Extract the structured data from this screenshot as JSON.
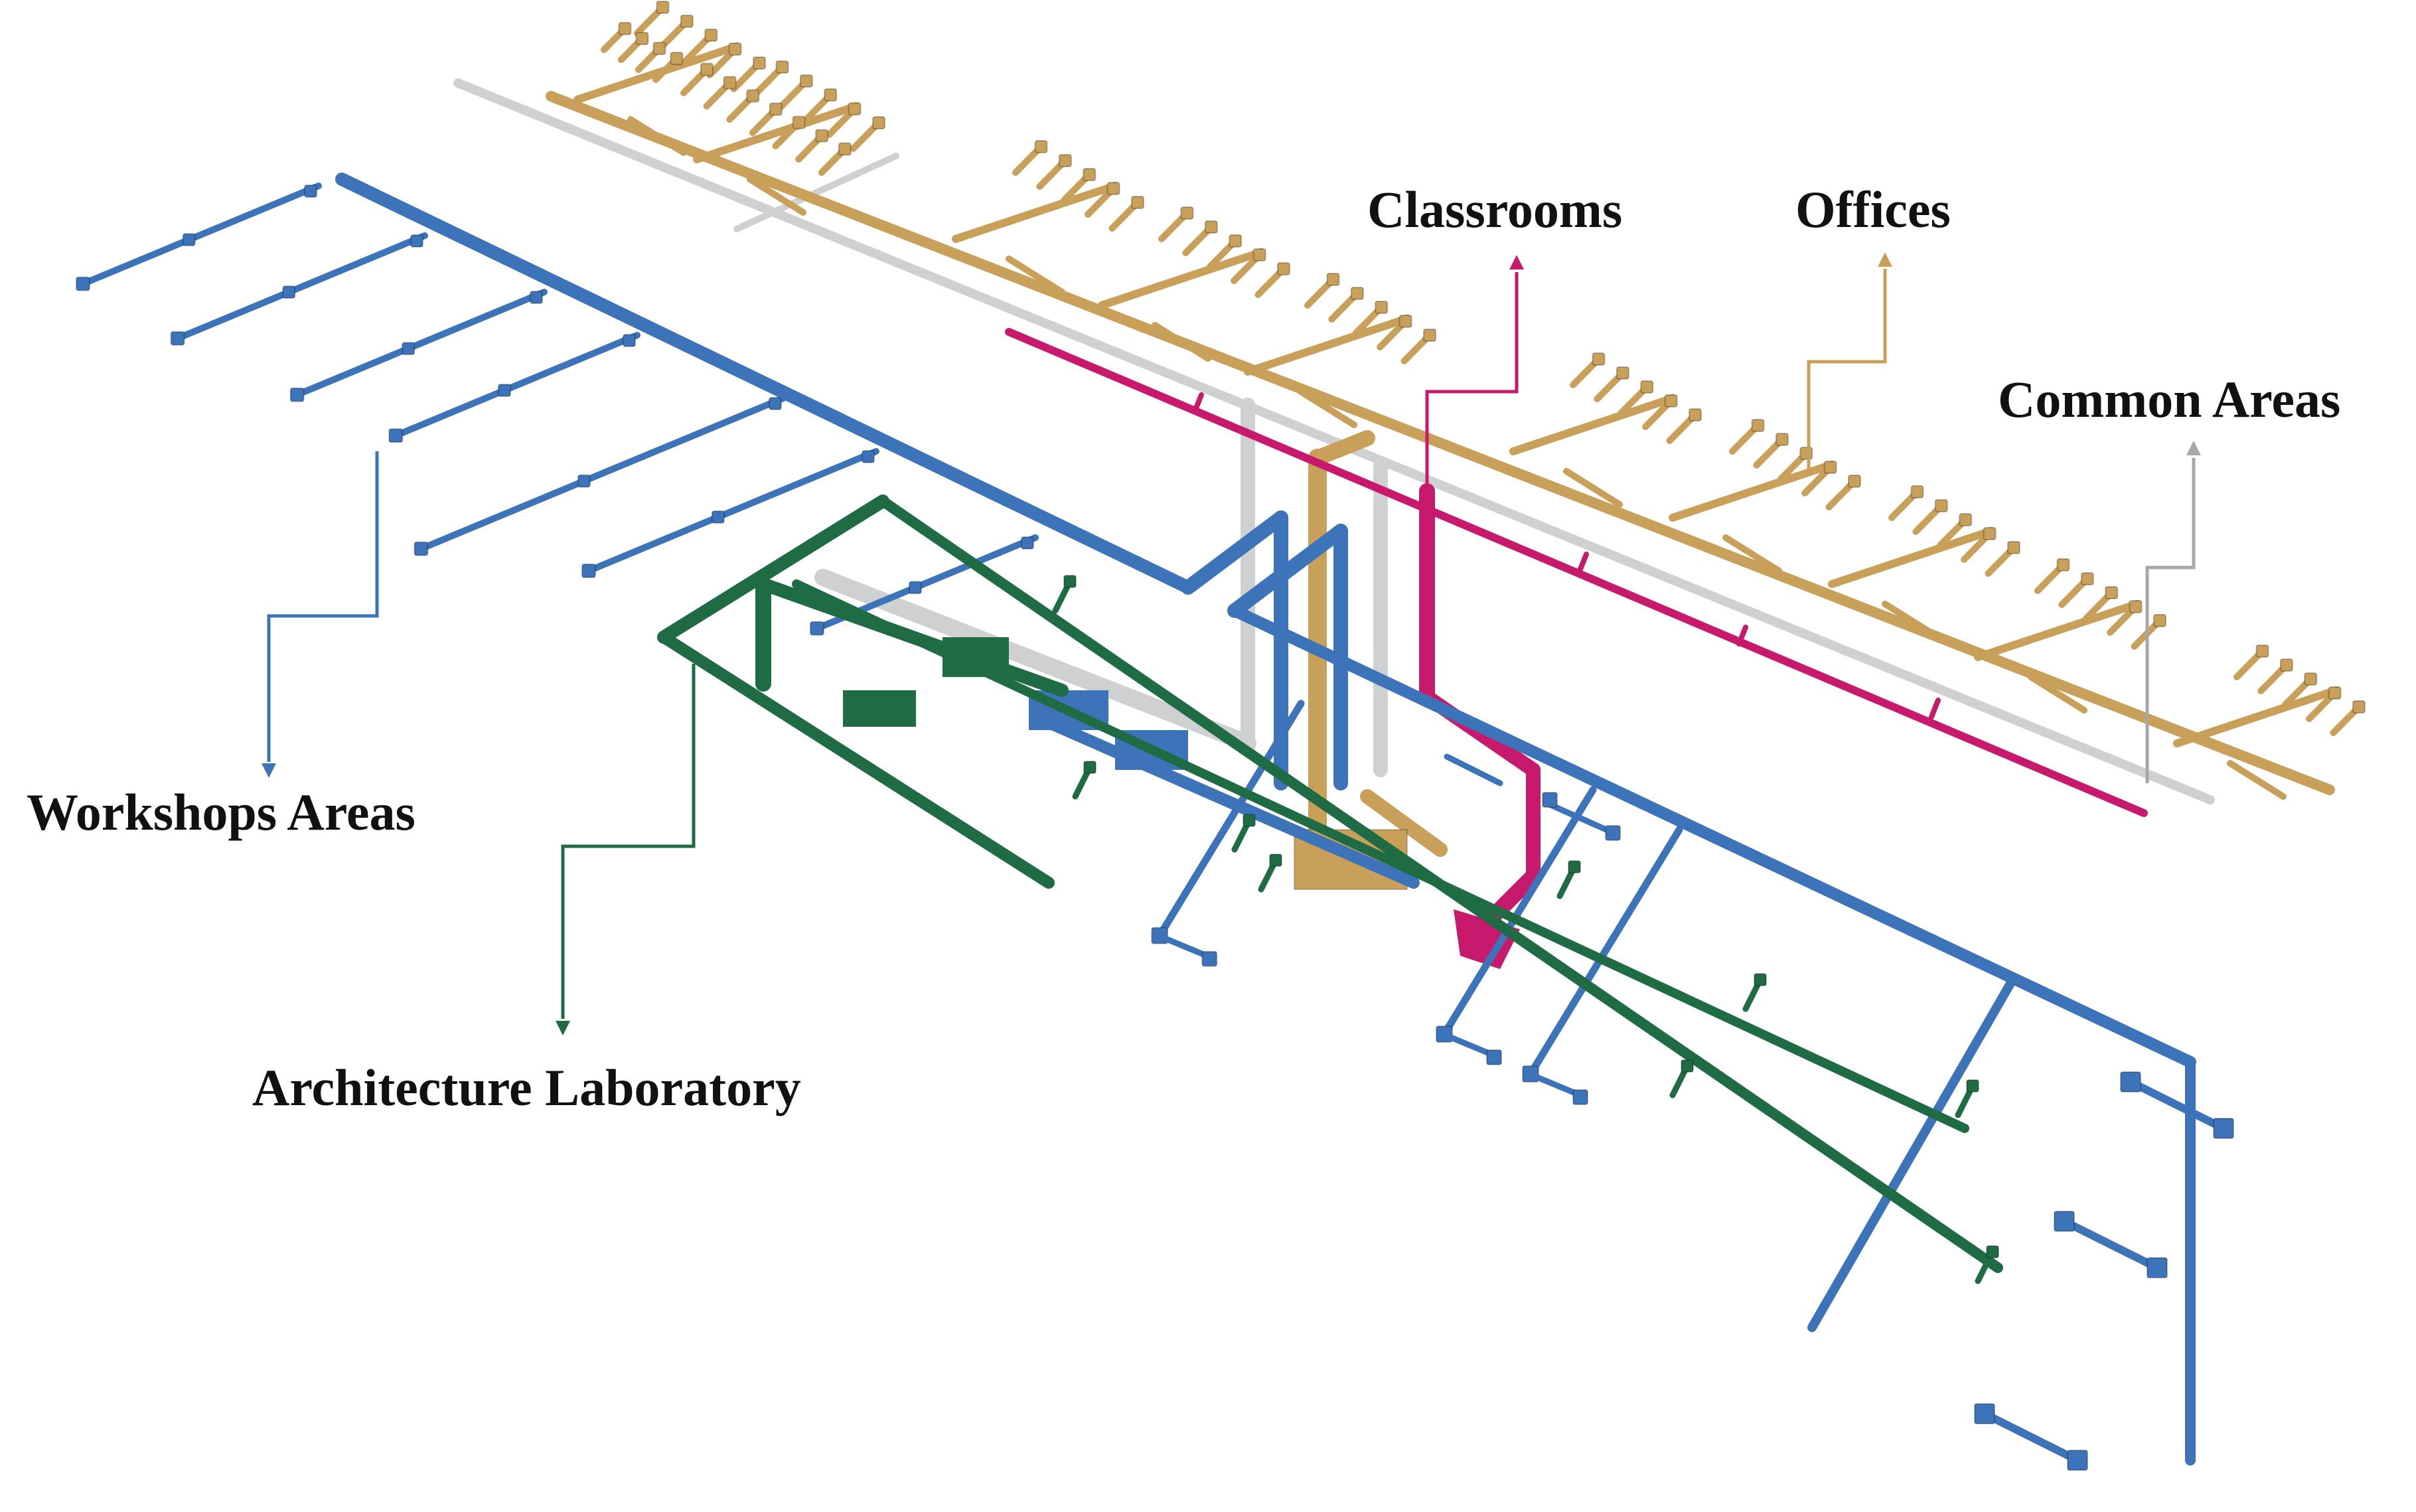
{
  "colors": {
    "workshops": "#3d73b9",
    "laboratory": "#1f6b44",
    "classrooms": "#c81a6d",
    "offices": "#c9a05a",
    "common": "#cfd0d2",
    "label_text": "#111111"
  },
  "labels": {
    "classrooms": "Classrooms",
    "offices": "Offices",
    "common_areas": "Common Areas",
    "workshops_areas": "Workshops Areas",
    "architecture_laboratory": "Architecture Laboratory"
  }
}
